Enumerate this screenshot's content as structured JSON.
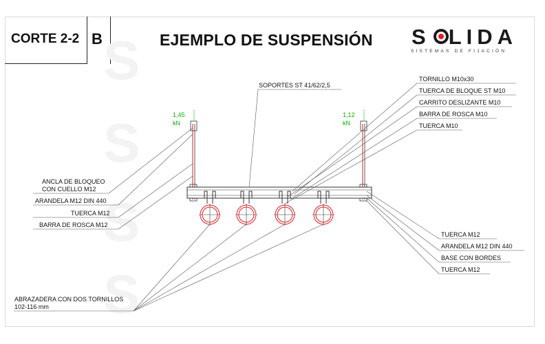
{
  "header": {
    "section": "CORTE 2-2",
    "letter": "B",
    "title": "EJEMPLO DE SUSPENSIÓN"
  },
  "logo": {
    "wordmark": "SLIDA",
    "tagline": "SISTEMAS DE FIJACIÓN",
    "accent_color": "#e31e24"
  },
  "loads": {
    "left_value": "1,45",
    "left_unit": "kN",
    "right_value": "1,12",
    "right_unit": "kN",
    "color": "#00b400"
  },
  "labels": {
    "soportes": "SOPORTES ST 41/62/2,5",
    "tornillo": "TORNILLO  M10x30",
    "tuerca_bloque": "TUERCA DE BLOQUE ST M10",
    "carrito": "CARRITO DESLIZANTE M10",
    "barra_m10": "BARRA DE ROSCA M10",
    "tuerca_m10": "TUERCA M10",
    "ancla_line1": "ANCLA DE BLOQUEO",
    "ancla_line2": "CON CUELLO M12",
    "arandela_left": "ARANDELA M12 DIN 440",
    "tuerca_left": "TUERCA M12",
    "barra_left": "BARRA DE ROSCA M12",
    "tuerca_right1": "TUERCA  M12",
    "arandela_right": "ARANDELA  M12 DIN 440",
    "base": "BASE CON BORDES",
    "tuerca_right2": "TUERCA M12",
    "abrazadera_line1": "ABRAZADERA CON DOS TORNILLOS",
    "abrazadera_line2": "102-116 mm"
  }
}
